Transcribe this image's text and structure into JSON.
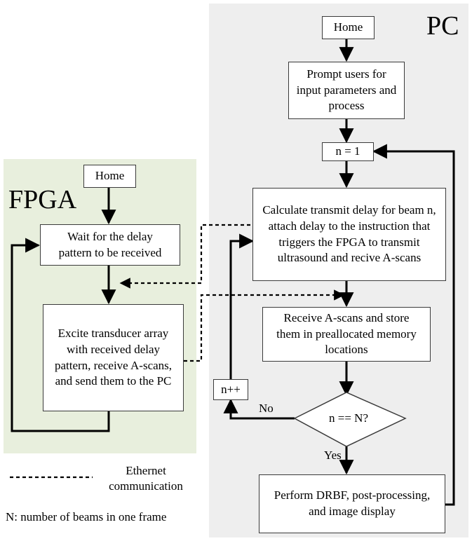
{
  "regions": {
    "fpga": {
      "title": "FPGA",
      "fill": "#e8efdd"
    },
    "pc": {
      "title": "PC",
      "fill": "#eeeeee"
    }
  },
  "nodes": {
    "pc_home": "Home",
    "prompt": "Prompt users for input parameters and process",
    "n_init": "n = 1",
    "calc_delay": "Calculate transmit delay for beam n, attach delay to the instruction that triggers the FPGA to transmit ultrasound and recive A-scans",
    "receive": "Receive A-scans and store them in preallocated memory locations",
    "decision": "n == N?",
    "increment": "n++",
    "perform": "Perform DRBF, post-processing, and image display",
    "fpga_home": "Home",
    "wait": "Wait for the delay pattern to be received",
    "excite": "Excite transducer array with received delay pattern, receive A-scans, and send them to the PC"
  },
  "edge_labels": {
    "no": "No",
    "yes": "Yes"
  },
  "legend": {
    "ethernet": "Ethernet communication",
    "note": "N: number of beams in one frame"
  },
  "colors": {
    "line": "#000000",
    "box_border": "#3a3a3a"
  }
}
